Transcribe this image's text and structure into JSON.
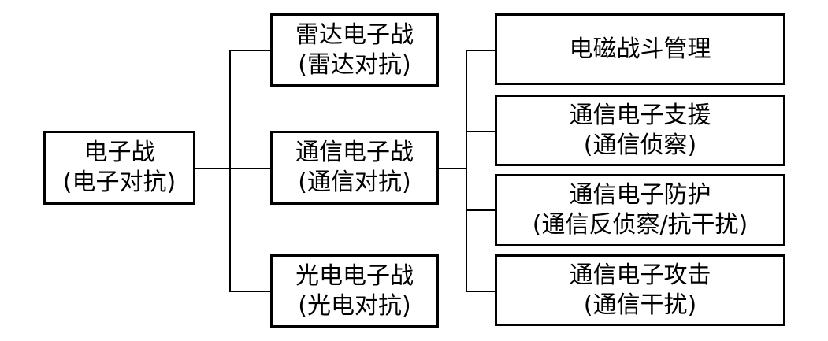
{
  "root": {
    "line1": "电子战",
    "line2": "(电子对抗)"
  },
  "level1": [
    {
      "line1": "雷达电子战",
      "line2": "(雷达对抗)"
    },
    {
      "line1": "通信电子战",
      "line2": "(通信对抗)"
    },
    {
      "line1": "光电电子战",
      "line2": "(光电对抗)"
    }
  ],
  "level2": [
    {
      "line1": "电磁战斗管理",
      "line2": ""
    },
    {
      "line1": "通信电子支援",
      "line2": "(通信侦察)"
    },
    {
      "line1": "通信电子防护",
      "line2": "(通信反侦察/抗干扰)"
    },
    {
      "line1": "通信电子攻击",
      "line2": "(通信干扰)"
    }
  ]
}
